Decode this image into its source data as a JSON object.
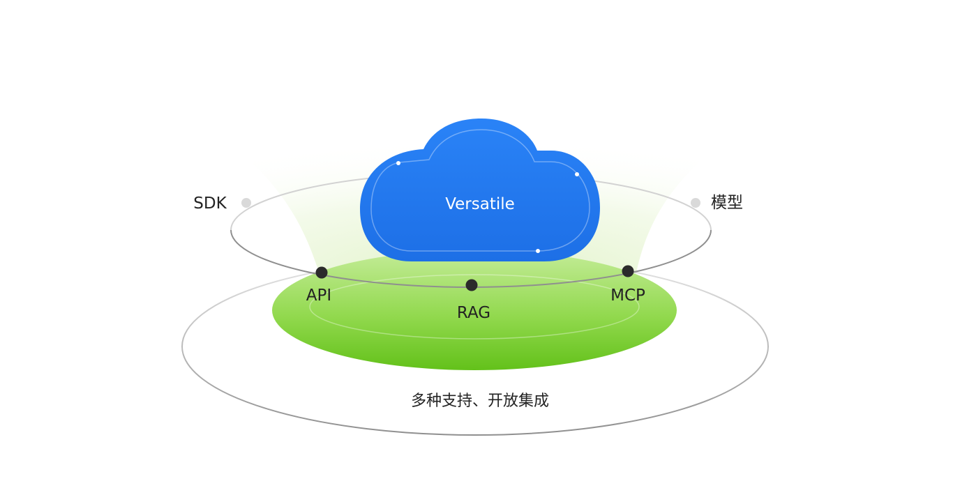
{
  "cloud": {
    "label": "Versatile"
  },
  "nodes": {
    "sdk": "SDK",
    "model": "模型",
    "api": "API",
    "rag": "RAG",
    "mcp": "MCP"
  },
  "caption": "多种支持、开放集成",
  "colors": {
    "cloud_top": "#2f86f6",
    "cloud_bottom": "#1f6fe8",
    "disc_top": "#b9e78a",
    "disc_bottom": "#6cc81f",
    "glow": "#e9f6d6",
    "orbit_ring": "#9a9a9a",
    "outer_ring": "#bdbdbd",
    "node_active": "#2b2b2b",
    "node_inactive": "#d9d9d9"
  }
}
